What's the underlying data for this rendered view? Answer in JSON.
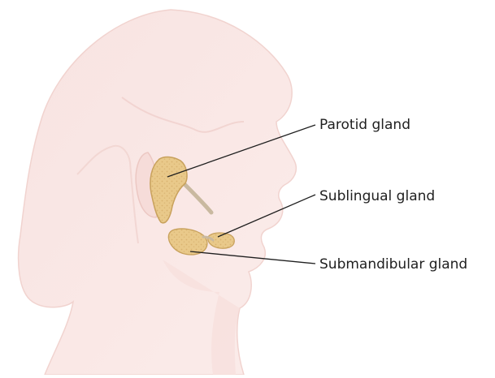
{
  "diagram": {
    "labels": {
      "parotid": "Parotid gland",
      "sublingual": "Sublingual gland",
      "submandibular": "Submandibular gland"
    },
    "colors": {
      "head_skin": "#f9e6e4",
      "head_shadow": "#f3d8d5",
      "gland_fill": "#e9c98a",
      "gland_stroke": "#c8a15c",
      "leader_line": "#1f1f1f"
    },
    "icons": {
      "head": "head-profile-illustration",
      "ear": "ear-outline",
      "parotid": "parotid-gland-shape",
      "sublingual": "sublingual-gland-shape",
      "submandibular": "submandibular-gland-shape"
    }
  }
}
